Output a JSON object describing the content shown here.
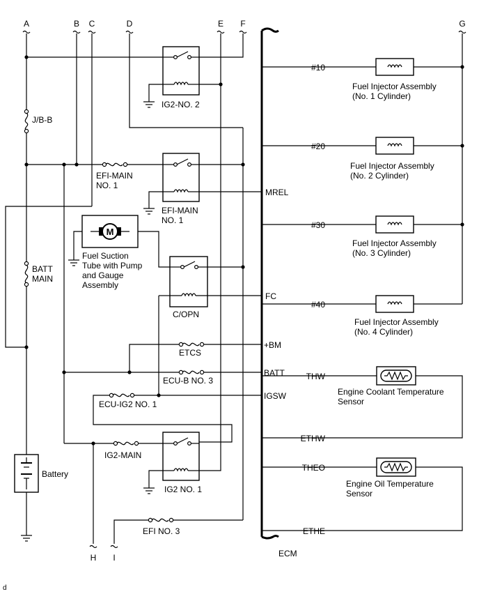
{
  "connectors": {
    "a": "A",
    "b": "B",
    "c": "C",
    "d": "D",
    "e": "E",
    "f": "F",
    "g": "G",
    "h": "H",
    "i": "I"
  },
  "fuses": {
    "jb": "J/B-B",
    "batt_main_1": "BATT",
    "batt_main_2": "MAIN",
    "efi_main_1": "EFI-MAIN",
    "efi_main_2": "NO. 1",
    "etcs": "ETCS",
    "ecu_b": "ECU-B NO. 3",
    "ecu_ig2": "ECU-IG2 NO. 1",
    "ig2_main": "IG2-MAIN",
    "efi_no3": "EFI NO. 3"
  },
  "relays": {
    "ig2_no2": "IG2-NO. 2",
    "efi_main_1": "EFI-MAIN",
    "efi_main_2": "NO. 1",
    "copn": "C/OPN",
    "ig2_no1": "IG2 NO. 1"
  },
  "pump": {
    "line1": "Fuel Suction",
    "line2": "Tube with Pump",
    "line3": "and Gauge",
    "line4": "Assembly",
    "symbol": "M"
  },
  "battery": "Battery",
  "ecm_label": "ECM",
  "pins": {
    "mrel": "MREL",
    "fc": "FC",
    "bm": "+BM",
    "batt": "BATT",
    "igsw": "IGSW",
    "n10": "#10",
    "n20": "#20",
    "n30": "#30",
    "n40": "#40",
    "thw": "THW",
    "ethw": "ETHW",
    "theo": "THEO",
    "ethe": "ETHE"
  },
  "injectors": [
    {
      "line1": "Fuel Injector Assembly",
      "line2": "(No. 1 Cylinder)"
    },
    {
      "line1": "Fuel Injector Assembly",
      "line2": "(No. 2 Cylinder)"
    },
    {
      "line1": "Fuel Injector Assembly",
      "line2": "(No. 3 Cylinder)"
    },
    {
      "line1": "Fuel Injector Assembly",
      "line2": "(No. 4 Cylinder)"
    }
  ],
  "sensors": {
    "coolant_1": "Engine Coolant Temperature",
    "coolant_2": "Sensor",
    "oil_1": "Engine Oil Temperature",
    "oil_2": "Sensor"
  },
  "footnote": "d"
}
